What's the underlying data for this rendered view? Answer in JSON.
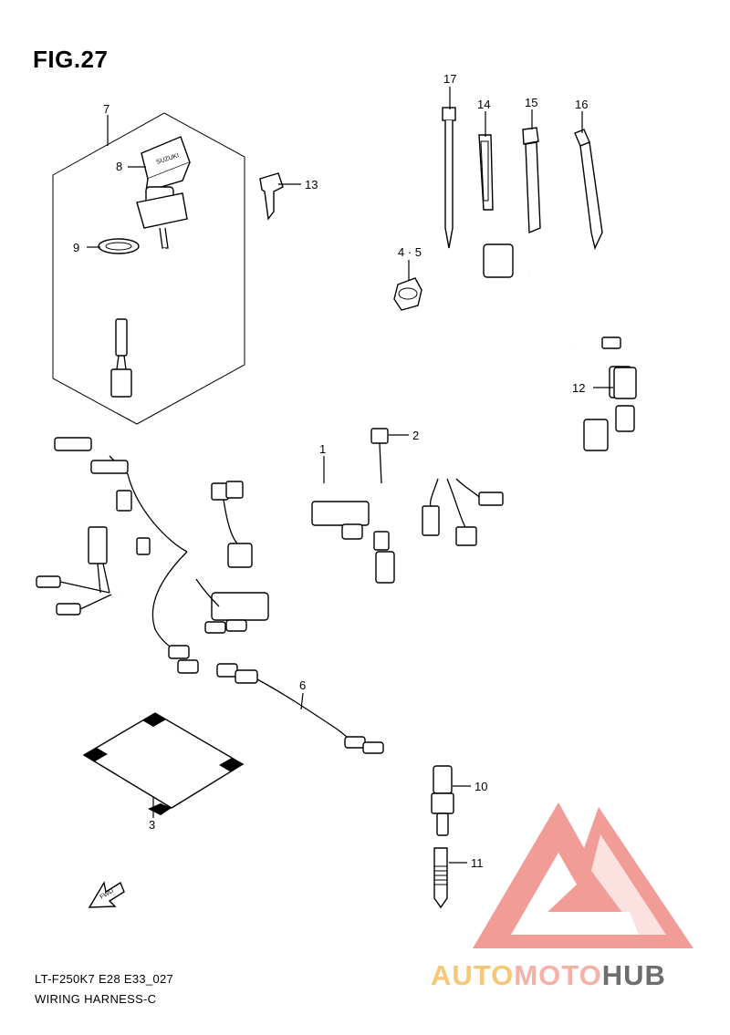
{
  "figure": {
    "title": "FIG.27",
    "model_code": "LT-F250K7 E28 E33_027",
    "name": "WIRING HARNESS-C"
  },
  "callouts": [
    {
      "id": "1",
      "label": "1",
      "part": "main wiring harness"
    },
    {
      "id": "2",
      "label": "2",
      "part": "connector"
    },
    {
      "id": "3",
      "label": "3",
      "part": "label sheet"
    },
    {
      "id": "4-5",
      "label": "4 · 5",
      "part": "clamp"
    },
    {
      "id": "6",
      "label": "6",
      "part": "lead wire"
    },
    {
      "id": "7",
      "label": "7",
      "part": "ignition switch assembly"
    },
    {
      "id": "8",
      "label": "8",
      "part": "ignition switch"
    },
    {
      "id": "9",
      "label": "9",
      "part": "ring nut"
    },
    {
      "id": "10",
      "label": "10",
      "part": "sensor"
    },
    {
      "id": "11",
      "label": "11",
      "part": "cover"
    },
    {
      "id": "12",
      "label": "12",
      "part": "relay"
    },
    {
      "id": "13",
      "label": "13",
      "part": "key"
    },
    {
      "id": "14",
      "label": "14",
      "part": "band"
    },
    {
      "id": "15",
      "label": "15",
      "part": "band"
    },
    {
      "id": "16",
      "label": "16",
      "part": "band"
    },
    {
      "id": "17",
      "label": "17",
      "part": "cable tie"
    }
  ],
  "markings": {
    "switch_brand": "SUZUKI",
    "direction_arrow": "FWD"
  },
  "watermark": {
    "auto": "AUTO",
    "moto": "MOTO",
    "hub": "HUB",
    "colors": {
      "auto": "#f6c777",
      "moto": "#f3b1a8",
      "hub": "#6e6e6e",
      "triangle": "#f08b86"
    }
  }
}
